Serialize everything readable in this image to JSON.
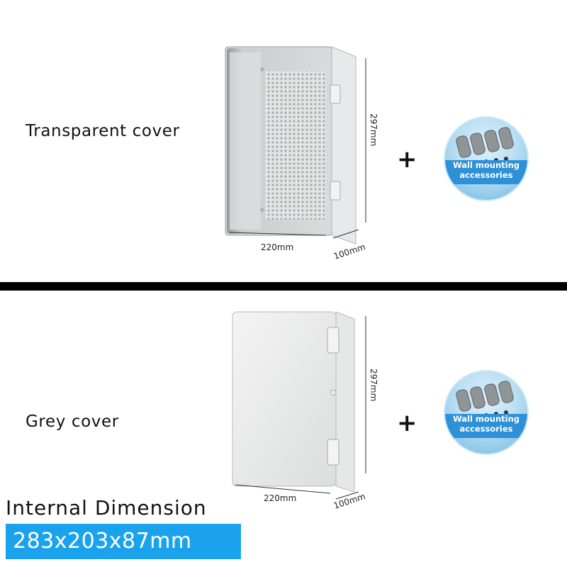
{
  "transparent_section": {
    "label": "Transparent cover",
    "plus": "+",
    "height_dim": "297mm",
    "width_dim": "220mm",
    "depth_dim": "100mm",
    "accessory_line1": "Wall mounting",
    "accessory_line2": "accessories"
  },
  "grey_section": {
    "label": "Grey cover",
    "plus": "+",
    "height_dim": "297mm",
    "width_dim": "220mm",
    "depth_dim": "100mm",
    "accessory_line1": "Wall mounting",
    "accessory_line2": "accessories"
  },
  "internal": {
    "title": "Internal Dimension",
    "value": "283x203x87mm"
  },
  "colors": {
    "accent_blue": "#1aa3ec",
    "band_blue": "#2e90d6",
    "divider": "#000000"
  }
}
